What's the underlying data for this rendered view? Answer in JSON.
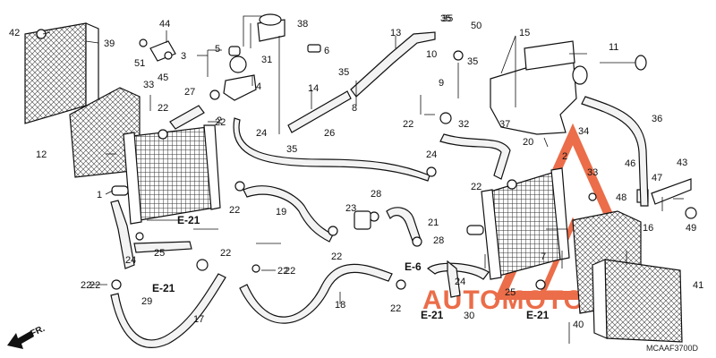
{
  "diagram": {
    "code": "MCAAF3700D",
    "direction_label": "FR.",
    "watermark": {
      "text": "AUTOMOTOHUB",
      "accent_color": "#e8542a",
      "secondary_color": "#f5a05a"
    },
    "ref_labels": [
      "E-21",
      "E-21",
      "E-6",
      "E-21",
      "E-21"
    ],
    "part_numbers": [
      "1",
      "2",
      "3",
      "4",
      "5",
      "6",
      "7",
      "8",
      "9",
      "10",
      "11",
      "12",
      "13",
      "14",
      "15",
      "16",
      "17",
      "18",
      "19",
      "20",
      "21",
      "22",
      "23",
      "24",
      "25",
      "26",
      "27",
      "28",
      "29",
      "30",
      "31",
      "32",
      "33",
      "34",
      "35",
      "36",
      "37",
      "38",
      "39",
      "40",
      "41",
      "42",
      "43",
      "44",
      "45",
      "46",
      "47",
      "48",
      "49",
      "50",
      "51"
    ],
    "callouts": [
      {
        "n": "42"
      },
      {
        "n": "39"
      },
      {
        "n": "44"
      },
      {
        "n": "51"
      },
      {
        "n": "45"
      },
      {
        "n": "3"
      },
      {
        "n": "5"
      },
      {
        "n": "38"
      },
      {
        "n": "6"
      },
      {
        "n": "31"
      },
      {
        "n": "4"
      },
      {
        "n": "27"
      },
      {
        "n": "33"
      },
      {
        "n": "22"
      },
      {
        "n": "22"
      },
      {
        "n": "2"
      },
      {
        "n": "12"
      },
      {
        "n": "24"
      },
      {
        "n": "1"
      },
      {
        "n": "22"
      },
      {
        "n": "19"
      },
      {
        "n": "E-21",
        "ref": true
      },
      {
        "n": "24"
      },
      {
        "n": "25"
      },
      {
        "n": "E-21",
        "ref": true
      },
      {
        "n": "22"
      },
      {
        "n": "22"
      },
      {
        "n": "29"
      },
      {
        "n": "17"
      },
      {
        "n": "22"
      },
      {
        "n": "13"
      },
      {
        "n": "35"
      },
      {
        "n": "35"
      },
      {
        "n": "14"
      },
      {
        "n": "8"
      },
      {
        "n": "35"
      },
      {
        "n": "26"
      },
      {
        "n": "23"
      },
      {
        "n": "28"
      },
      {
        "n": "22"
      },
      {
        "n": "21"
      },
      {
        "n": "28"
      },
      {
        "n": "E-6",
        "ref": true
      },
      {
        "n": "18"
      },
      {
        "n": "22"
      },
      {
        "n": "E-21",
        "ref": true
      },
      {
        "n": "35"
      },
      {
        "n": "50"
      },
      {
        "n": "10"
      },
      {
        "n": "35"
      },
      {
        "n": "9"
      },
      {
        "n": "15"
      },
      {
        "n": "11"
      },
      {
        "n": "22"
      },
      {
        "n": "32"
      },
      {
        "n": "37"
      },
      {
        "n": "36"
      },
      {
        "n": "20"
      },
      {
        "n": "34"
      },
      {
        "n": "2"
      },
      {
        "n": "24"
      },
      {
        "n": "22"
      },
      {
        "n": "33"
      },
      {
        "n": "46"
      },
      {
        "n": "47"
      },
      {
        "n": "43"
      },
      {
        "n": "48"
      },
      {
        "n": "49"
      },
      {
        "n": "16"
      },
      {
        "n": "7"
      },
      {
        "n": "24"
      },
      {
        "n": "25"
      },
      {
        "n": "30"
      },
      {
        "n": "E-21",
        "ref": true
      },
      {
        "n": "41"
      },
      {
        "n": "40"
      },
      {
        "n": "22"
      },
      {
        "n": "22"
      }
    ]
  }
}
